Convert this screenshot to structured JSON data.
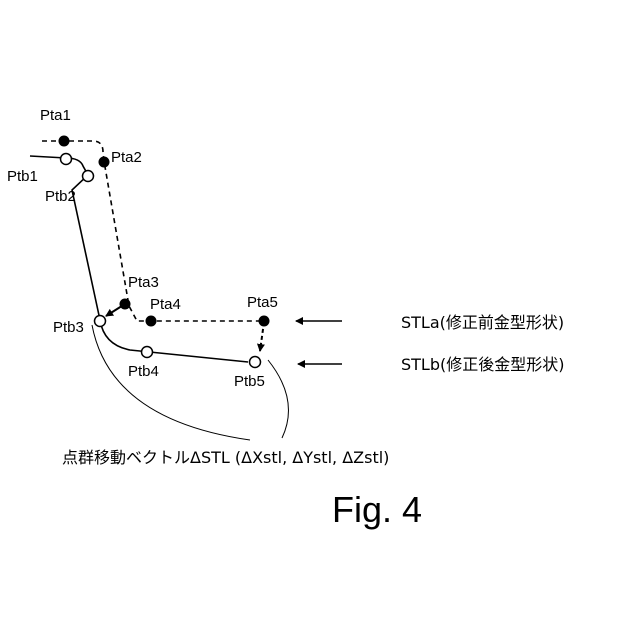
{
  "points_a": {
    "pta1": "Pta1",
    "pta2": "Pta2",
    "pta3": "Pta3",
    "pta4": "Pta4",
    "pta5": "Pta5"
  },
  "points_b": {
    "ptb1": "Ptb1",
    "ptb2": "Ptb2",
    "ptb3": "Ptb3",
    "ptb4": "Ptb4",
    "ptb5": "Ptb5"
  },
  "legend": {
    "stla": "STLa(修正前金型形状)",
    "stlb": "STLb(修正後金型形状)"
  },
  "caption": "点群移動ベクトルΔSTL (ΔXstl, ΔYstl, ΔZstl)",
  "figure_label": "Fig. 4"
}
